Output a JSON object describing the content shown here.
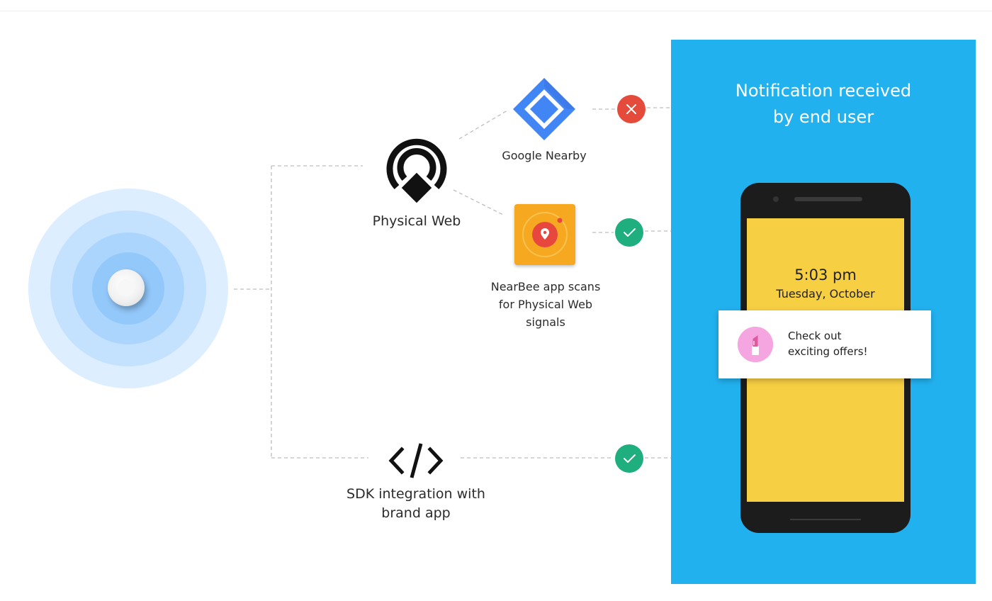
{
  "diagram": {
    "physical_web": {
      "label": "Physical Web"
    },
    "google_nearby": {
      "label": "Google Nearby"
    },
    "nearbee": {
      "label_lines": [
        "NearBee app scans",
        "for Physical Web",
        "signals"
      ]
    },
    "sdk": {
      "label_lines": [
        "SDK integration with",
        "brand app"
      ]
    }
  },
  "panel": {
    "title_lines": [
      "Notification received",
      "by end user"
    ],
    "phone": {
      "time": "5:03 pm",
      "date": "Tuesday, October"
    },
    "notification": {
      "text_lines": [
        "Check out",
        "exciting offers!"
      ]
    }
  },
  "colors": {
    "panel_bg": "#22b1ef",
    "screen_bg": "#f7cf43",
    "success": "#1fae7d",
    "failure": "#e54b3b",
    "google_nearby_blue": "#4285f4",
    "nearbee_orange": "#f6a821"
  },
  "icons": {
    "beacon": "beacon-device-icon",
    "physical_web": "physical-web-icon",
    "google_nearby": "google-nearby-icon",
    "nearbee": "nearbee-app-icon",
    "sdk": "code-brackets-icon",
    "status_fail": "x-circle-icon",
    "status_ok": "check-circle-icon",
    "notification": "lipstick-icon"
  }
}
